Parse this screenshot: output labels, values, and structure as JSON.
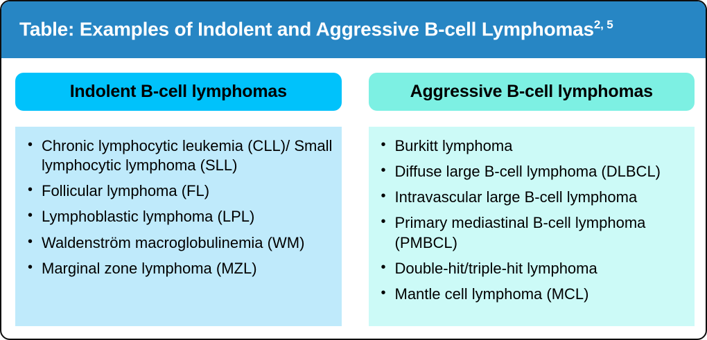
{
  "figure": {
    "title": "Table: Examples of Indolent and Aggressive B-cell Lymphomas",
    "title_superscript": "2, 5",
    "colors": {
      "title_bar": "#2786C4",
      "indolent_header": "#00C2FB",
      "indolent_body": "#BFEAFB",
      "aggressive_header": "#7DF0E3",
      "aggressive_body": "#CCFAF7",
      "title_text": "#FFFFFF",
      "body_text": "#000000",
      "frame": "#0D0D0D"
    }
  },
  "columns": [
    {
      "key": "indolent",
      "header": "Indolent B-cell lymphomas",
      "items": [
        "Chronic lymphocytic leukemia (CLL)/ Small lymphocytic lymphoma (SLL)",
        "Follicular lymphoma (FL)",
        "Lymphoblastic lymphoma (LPL)",
        "Waldenström macroglobulinemia (WM)",
        "Marginal zone lymphoma (MZL)"
      ]
    },
    {
      "key": "aggressive",
      "header": "Aggressive B-cell lymphomas",
      "items": [
        "Burkitt lymphoma",
        "Diffuse large B-cell lymphoma (DLBCL)",
        "Intravascular large B-cell lymphoma",
        "Primary mediastinal B-cell lymphoma (PMBCL)",
        "Double-hit/triple-hit lymphoma",
        "Mantle cell lymphoma (MCL)"
      ]
    }
  ]
}
